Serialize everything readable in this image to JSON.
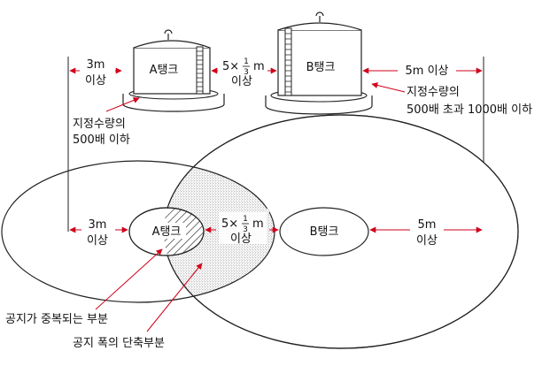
{
  "top": {
    "tank_a_label": "A탱크",
    "tank_b_label": "B탱크",
    "gap_left_line1": "3m",
    "gap_left_line2": "이상",
    "gap_mid_prefix": "5×",
    "gap_mid_frac_num": "1",
    "gap_mid_frac_den": "3",
    "gap_mid_suffix": "m",
    "gap_mid_line2": "이상",
    "gap_right": "5m 이상",
    "tank_a_note_line1": "지정수량의",
    "tank_a_note_line2": "500배 이하",
    "tank_b_note_line1": "지정수량의",
    "tank_b_note_line2": "500배 초과 1000배 이하"
  },
  "bottom": {
    "tank_a_label": "A탱크",
    "tank_b_label": "B탱크",
    "gap_left_line1": "3m",
    "gap_left_line2": "이상",
    "gap_mid_prefix": "5×",
    "gap_mid_frac_num": "1",
    "gap_mid_frac_den": "3",
    "gap_mid_suffix": "m",
    "gap_mid_line2": "이상",
    "gap_right_line1": "5m",
    "gap_right_line2": "이상",
    "overlap_label": "공지가 중복되는 부분",
    "reduced_label": "공지 폭의 단축부분"
  },
  "colors": {
    "arrow": "#d0021b",
    "line": "#222222",
    "stipple": "#8a8a8a"
  }
}
